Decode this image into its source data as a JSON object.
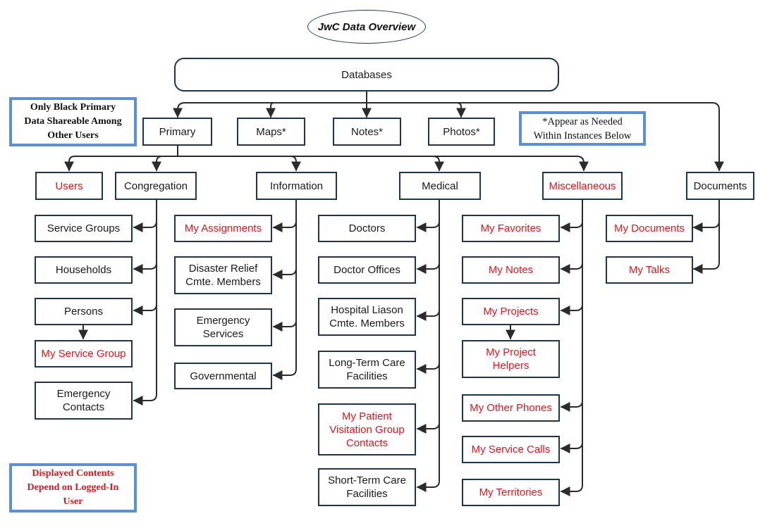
{
  "title": "JwC Data Overview",
  "colors": {
    "border": "#1c3550",
    "connector": "#2b2b2b",
    "red_text": "#e8141b",
    "note_border": "#5b8fd6"
  },
  "root": {
    "label": "Databases"
  },
  "level1": {
    "primary": "Primary",
    "maps": "Maps*",
    "notes": "Notes*",
    "photos": "Photos*"
  },
  "notes": {
    "shareable": "Only Black Primary\nData Shareable Among\nOther Users",
    "appear": "*Appear as Needed\nWithin Instances Below",
    "displayed": "Displayed Contents\nDepend on Logged-In\nUser"
  },
  "level2": {
    "users": "Users",
    "congregation": "Congregation",
    "information": "Information",
    "medical": "Medical",
    "miscellaneous": "Miscellaneous",
    "documents": "Documents"
  },
  "congregation": {
    "service_groups": "Service Groups",
    "households": "Households",
    "persons": "Persons",
    "my_service_group": "My Service Group",
    "emergency_contacts": "Emergency\nContacts"
  },
  "information": {
    "my_assignments": "My Assignments",
    "disaster_relief": "Disaster Relief\nCmte. Members",
    "emergency_services": "Emergency\nServices",
    "governmental": "Governmental"
  },
  "medical": {
    "doctors": "Doctors",
    "doctor_offices": "Doctor Offices",
    "hospital_liason": "Hospital Liason\nCmte. Members",
    "long_term": "Long-Term Care\nFacilities",
    "my_patient": "My Patient\nVisitation Group\nContacts",
    "short_term": "Short-Term Care\nFacilities"
  },
  "miscellaneous": {
    "my_favorites": "My Favorites",
    "my_notes": "My Notes",
    "my_projects": "My Projects",
    "my_project_helpers": "My Project\nHelpers",
    "my_other_phones": "My Other Phones",
    "my_service_calls": "My Service Calls",
    "my_territories": "My Territories"
  },
  "documents": {
    "my_documents": "My Documents",
    "my_talks": "My Talks"
  }
}
